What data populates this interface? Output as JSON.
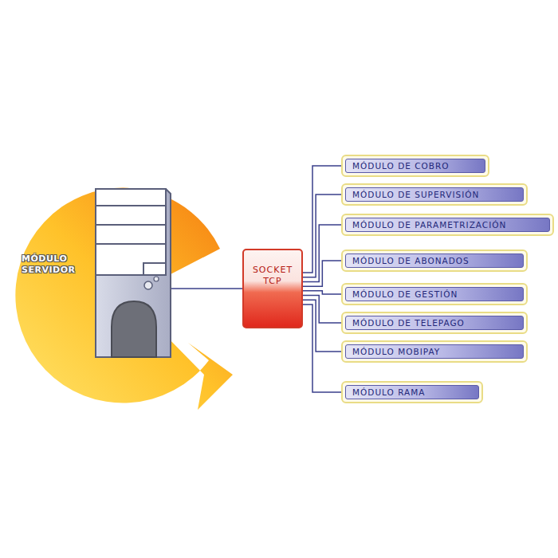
{
  "diagram": {
    "nodes": [
      {
        "text": [
          "MÓDULO SERVIDOR"
        ]
      },
      {
        "text": [
          "SOCKET TCP"
        ]
      },
      {
        "text": [
          "MÓDULO DE COBRO"
        ]
      },
      {
        "text": [
          "MÓDULO DE SUPERVISIÓN"
        ]
      },
      {
        "text": [
          "MÓDULO DE PARAMETRIZACIÓN"
        ]
      },
      {
        "text": [
          "MÓDULO DE ABONADOS"
        ]
      },
      {
        "text": [
          "MÓDULO DE GESTIÓN"
        ]
      },
      {
        "text": [
          "MÓDULO DE TELEPAGO"
        ]
      },
      {
        "text": [
          "MÓDULO MOBIPAY"
        ]
      },
      {
        "text": [
          "MÓDULO RAMA"
        ]
      }
    ],
    "edges": [
      {
        "from": 0,
        "to": 1,
        "arrow": "none"
      },
      {
        "from": 1,
        "to": 2,
        "arrow": "none"
      },
      {
        "from": 1,
        "to": 3,
        "arrow": "none"
      },
      {
        "from": 1,
        "to": 4,
        "arrow": "none"
      },
      {
        "from": 1,
        "to": 5,
        "arrow": "none"
      },
      {
        "from": 1,
        "to": 6,
        "arrow": "none"
      },
      {
        "from": 1,
        "to": 7,
        "arrow": "none"
      },
      {
        "from": 1,
        "to": 8,
        "arrow": "none"
      },
      {
        "from": 1,
        "to": 9,
        "arrow": "none"
      }
    ]
  }
}
